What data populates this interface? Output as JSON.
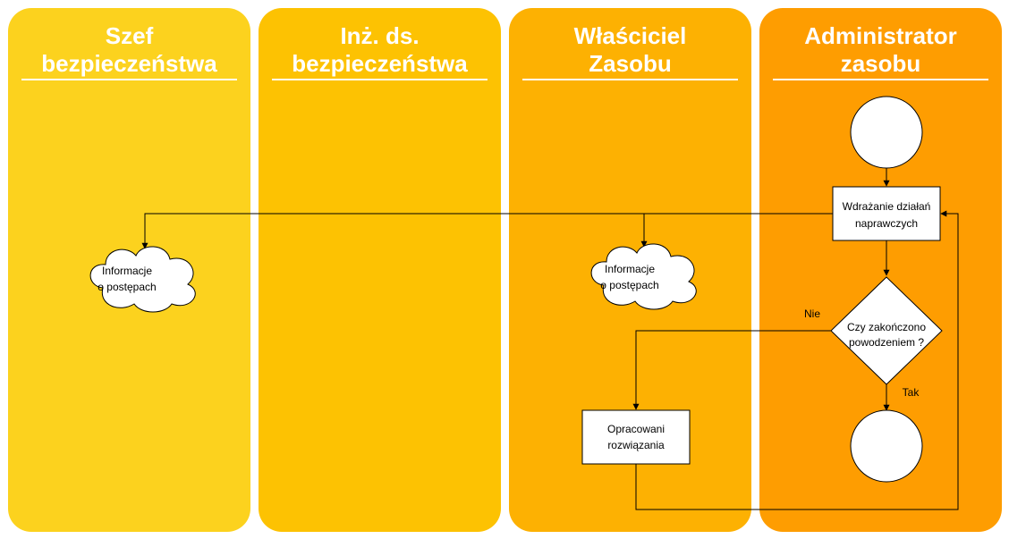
{
  "lanes": [
    {
      "line1": "Szef",
      "line2": "bezpieczeństwa",
      "color": "#FCD21E"
    },
    {
      "line1": "Inż. ds.",
      "line2": "bezpieczeństwa",
      "color": "#FDC202"
    },
    {
      "line1": "Właściciel",
      "line2": "Zasobu",
      "color": "#FDB102"
    },
    {
      "line1": "Administrator",
      "line2": "zasobu",
      "color": "#FE9D01"
    }
  ],
  "nodes": {
    "implement": {
      "line1": "Wdrażanie działań",
      "line2": "naprawczych"
    },
    "decision": {
      "line1": "Czy zakończono",
      "line2": "powodzeniem ?"
    },
    "info_left": {
      "line1": "Informacje",
      "line2": "o postępach"
    },
    "info_right": {
      "line1": "Informacje",
      "line2": "o postępach"
    },
    "solutions": {
      "line1": "Opracowani",
      "line2": "rozwiązania"
    }
  },
  "edges": {
    "no_label": "Nie",
    "yes_label": "Tak"
  }
}
